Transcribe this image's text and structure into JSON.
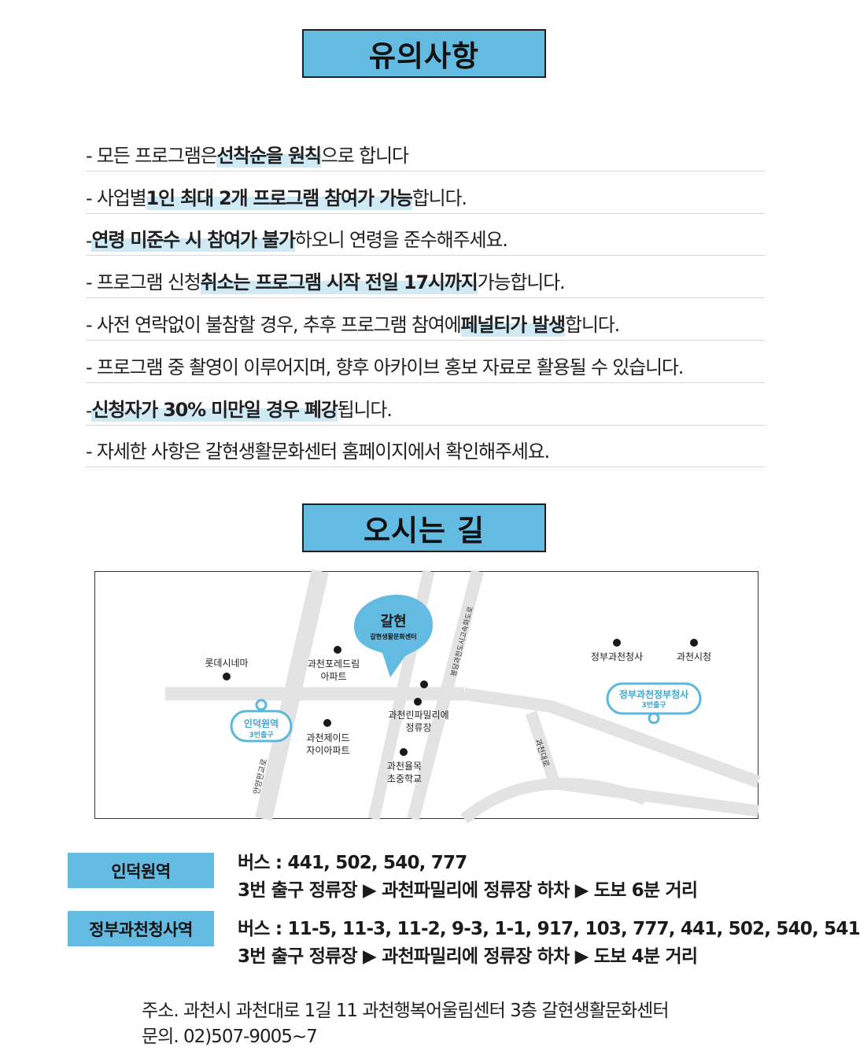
{
  "notice": {
    "title": "유의사항",
    "items": [
      {
        "pre": "- 모든 프로그램은 ",
        "bold": "선착순을 원칙",
        "post": "으로 합니다"
      },
      {
        "pre": "- 사업별 ",
        "bold": "1인 최대 2개 프로그램 참여가 가능",
        "post": "합니다."
      },
      {
        "pre": "- ",
        "bold": "연령 미준수 시 참여가 불가",
        "post": "하오니 연령을 준수해주세요."
      },
      {
        "pre": "- 프로그램 신청 ",
        "bold": "취소는 프로그램 시작 전일 17시까지",
        "post": " 가능합니다."
      },
      {
        "pre": "- 사전 연락없이 불참할 경우, 추후 프로그램 참여에 ",
        "bold": "페널티가 발생",
        "post": "합니다."
      },
      {
        "pre": "- 프로그램 중 촬영이 이루어지며, 향후 아카이브 홍보 자료로 활용될 수 있습니다.",
        "bold": "",
        "post": ""
      },
      {
        "pre": "- ",
        "bold": "신청자가 30% 미만일 경우 폐강",
        "post": "됩니다."
      },
      {
        "pre": "- 자세한 사항은 갈현생활문화센터 홈페이지에서 확인해주세요.",
        "bold": "",
        "post": ""
      }
    ]
  },
  "directions": {
    "title": "오시는 길",
    "map": {
      "center_logo": "갈현",
      "center_name": "갈현생활문화센터",
      "place_lotte": "롯데시네마",
      "place_forest_1": "과천포레드림",
      "place_forest_2": "아파트",
      "place_jade_1": "과천제이드",
      "place_jade_2": "자이아파트",
      "place_family_1": "과천린파밀리에",
      "place_family_2": "정류장",
      "place_school_1": "과천율목",
      "place_school_2": "초중학교",
      "place_gov": "정부과천청사",
      "place_cityhall": "과천시청",
      "station_induk": "인덕원역",
      "station_induk_exit": "3번출구",
      "station_gov": "정부과천정부청사",
      "station_gov_exit": "3번출구",
      "road_anyang": "안양판교로",
      "road_gwacheon": "과천대로",
      "road_bongdam": "봉담과천도시고속화도로"
    },
    "routes": [
      {
        "station": "인덕원역",
        "bus": "버스 : 441, 502, 540, 777",
        "walk": "3번 출구 정류장 ▶ 과천파밀리에 정류장 하차 ▶ 도보 6분 거리"
      },
      {
        "station": "정부과천청사역",
        "bus": "버스 : 11-5, 11-3, 11-2, 9-3, 1-1, 917, 103, 777, 441, 502, 540, 541",
        "walk": "3번 출구 정류장 ▶ 과천파밀리에 정류장 하차 ▶ 도보 4분 거리"
      }
    ]
  },
  "footer": {
    "address": "주소. 과천시 과천대로 1길 11 과천행복어울림센터 3층 갈현생활문화센터",
    "contact": "문의. 02)507-9005~7"
  },
  "colors": {
    "accent": "#63bbe1",
    "station_stroke": "#5ab8dc",
    "road": "#e3e3e3"
  }
}
